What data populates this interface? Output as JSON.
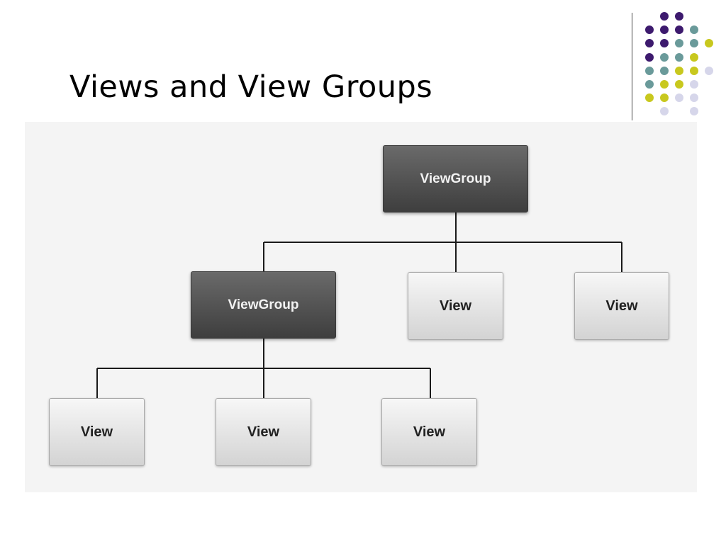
{
  "slide": {
    "title": "Views and View Groups"
  },
  "colors": {
    "purple": "#3d1a6e",
    "teal": "#6a9a9a",
    "yellow": "#c8c81e",
    "lavender": "#d6d6ea",
    "group_node": "#4d4d4d",
    "view_node": "#e2e2e2",
    "panel": "#f4f4f4"
  },
  "diagram": {
    "nodes": {
      "root": {
        "label": "ViewGroup",
        "kind": "group"
      },
      "child_group": {
        "label": "ViewGroup",
        "kind": "group"
      },
      "view_a": {
        "label": "View",
        "kind": "view"
      },
      "view_b": {
        "label": "View",
        "kind": "view"
      },
      "leaf_1": {
        "label": "View",
        "kind": "view"
      },
      "leaf_2": {
        "label": "View",
        "kind": "view"
      },
      "leaf_3": {
        "label": "View",
        "kind": "view"
      }
    },
    "edges": [
      [
        "root",
        "child_group"
      ],
      [
        "root",
        "view_a"
      ],
      [
        "root",
        "view_b"
      ],
      [
        "child_group",
        "leaf_1"
      ],
      [
        "child_group",
        "leaf_2"
      ],
      [
        "child_group",
        "leaf_3"
      ]
    ]
  }
}
